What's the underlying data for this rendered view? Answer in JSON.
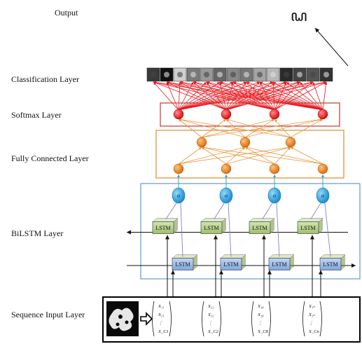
{
  "labels": {
    "output": "Output",
    "classification": "Classification Layer",
    "softmax": "Softmax Layer",
    "fully_connected": "Fully Connected Layer",
    "bilstm": "BiLSTM Layer",
    "sequence_input": "Sequence Input Layer"
  },
  "output_glyph": "ꦝ",
  "lstm_label": "LSTM",
  "sigma_label": "σ",
  "input_vectors": [
    [
      "X₁₁",
      "X₂₁",
      "⋮",
      "X_C1"
    ],
    [
      "X₁₂",
      "X₂₂",
      "⋮",
      "X_C2"
    ],
    [
      "X₁₈",
      "X₂₈",
      "⋮",
      "X_C8"
    ],
    [
      "X₁ₙ",
      "X₂ₙ",
      "⋮",
      "X_Cn"
    ]
  ],
  "colors": {
    "softmax_node": "#e8141c",
    "softmax_box": "#c0392b",
    "fc_node": "#e67e22",
    "fc_box": "#e08a2e",
    "sigma_node": "#29a8e0",
    "bilstm_box": "#5b9bd5",
    "lstm_forward": "#a9c47f",
    "lstm_backward": "#7ea6e0",
    "red_edges": "#e8141c",
    "orange_edges": "#e8953a",
    "input_box": "#000000"
  },
  "icons": {
    "classification_thumbnails": "image-thumbnail-icon",
    "input_image": "character-image-icon",
    "input_arrow": "hollow-right-arrow-icon"
  }
}
